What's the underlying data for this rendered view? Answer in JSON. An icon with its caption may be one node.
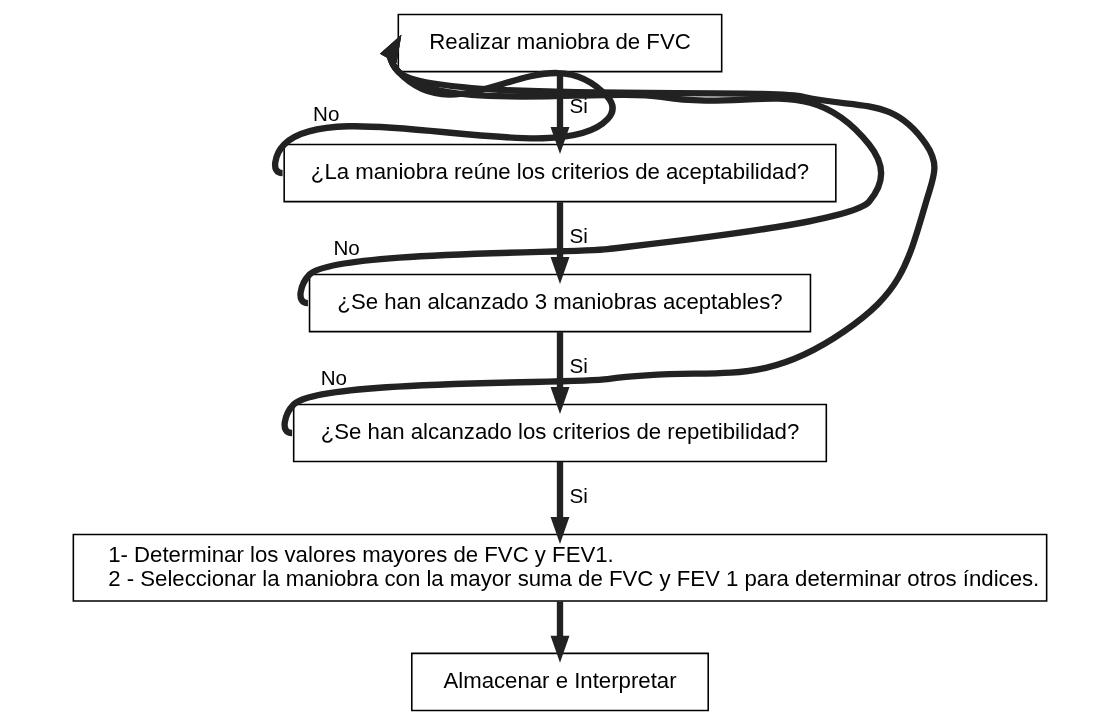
{
  "diagram": {
    "nodes": [
      {
        "text": [
          "Realizar maniobra de FVC"
        ]
      },
      {
        "text": [
          "¿La maniobra reúne los criterios de aceptabilidad?"
        ]
      },
      {
        "text": [
          "¿Se han alcanzado 3 maniobras aceptables?"
        ]
      },
      {
        "text": [
          "¿Se han alcanzado los criterios de repetibilidad?"
        ]
      },
      {
        "text": [
          "1- Determinar los valores mayores de FVC y FEV1.",
          "2 - Seleccionar la maniobra con la mayor suma de FVC y FEV 1 para determinar otros índices."
        ]
      },
      {
        "text": [
          "Almacenar e Interpretar"
        ]
      }
    ],
    "edges": [
      {
        "from": 0,
        "to": 1,
        "arrow": "to",
        "label": "Si"
      },
      {
        "from": 1,
        "to": 2,
        "arrow": "to",
        "label": "Si"
      },
      {
        "from": 2,
        "to": 3,
        "arrow": "to",
        "label": "Si"
      },
      {
        "from": 3,
        "to": 4,
        "arrow": "to",
        "label": "Si"
      },
      {
        "from": 4,
        "to": 5,
        "arrow": "to"
      },
      {
        "from": 1,
        "to": 0,
        "arrow": "to",
        "label": "No"
      },
      {
        "from": 2,
        "to": 0,
        "arrow": "to",
        "label": "No"
      },
      {
        "from": 3,
        "to": 0,
        "arrow": "to",
        "label": "No"
      }
    ]
  }
}
